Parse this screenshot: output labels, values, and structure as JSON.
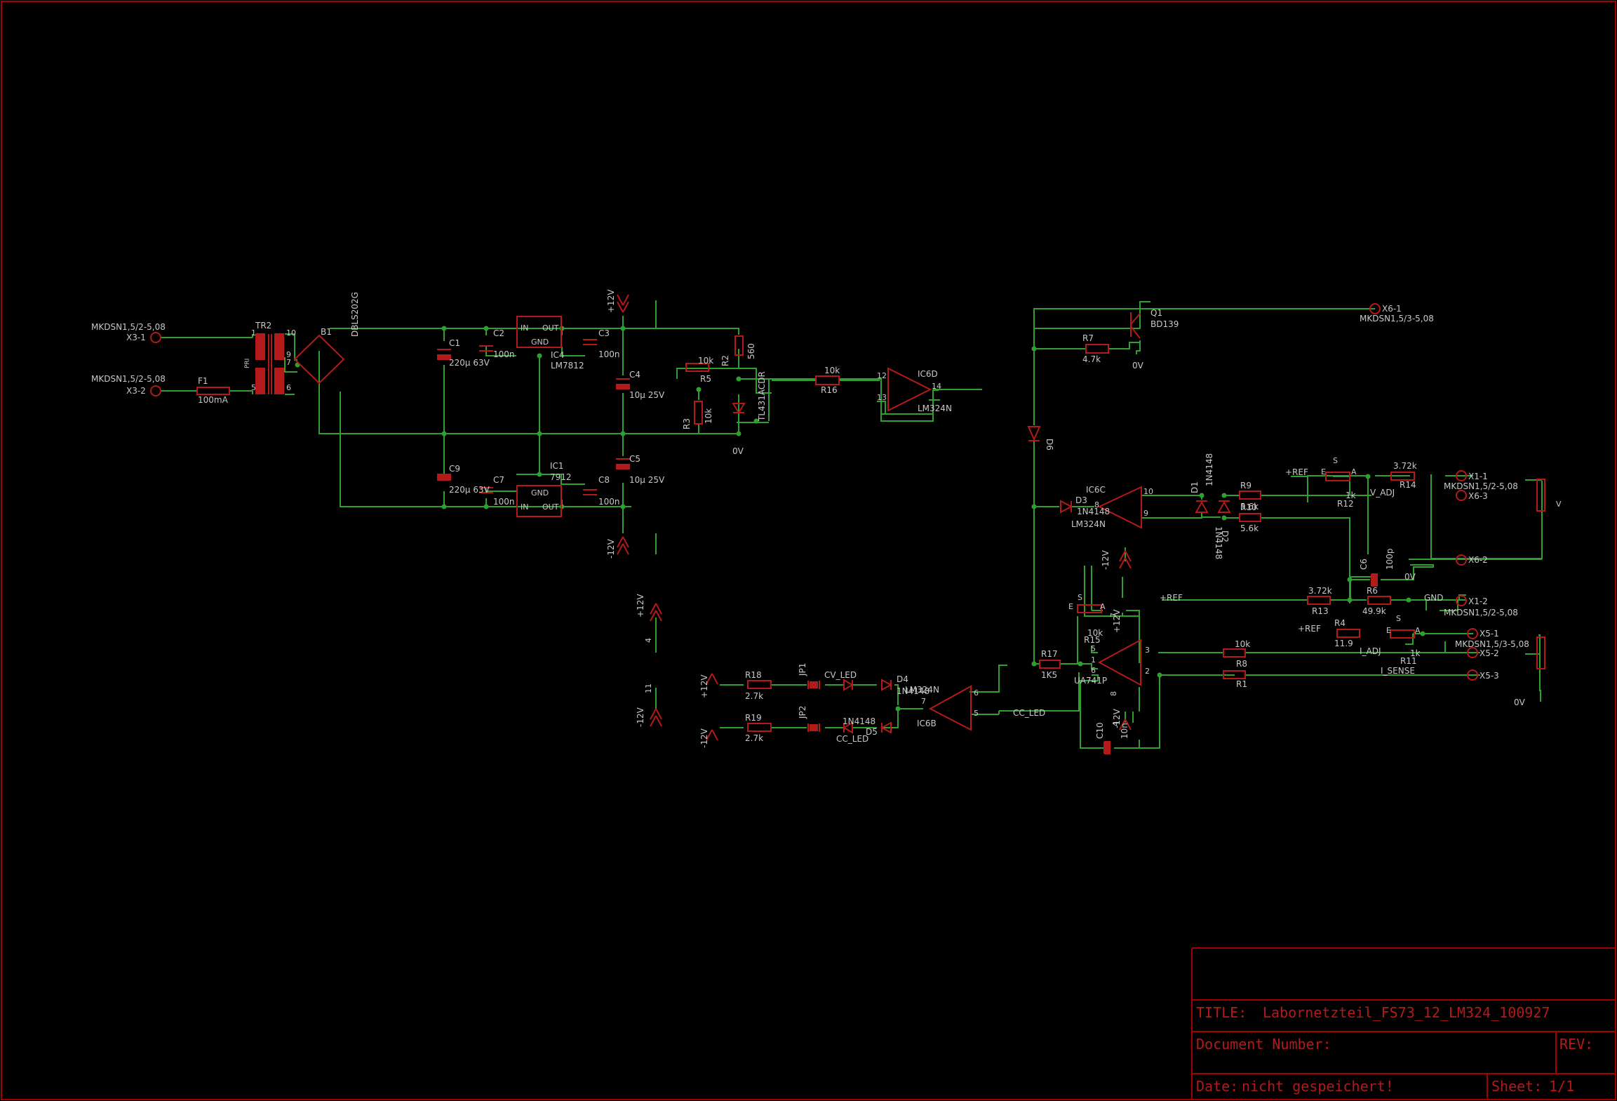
{
  "colors": {
    "background": "#000000",
    "frame": "#a50000",
    "symbol": "#b41a1a",
    "wire": "#2fa02f",
    "text": "#c8c8c8"
  },
  "title_block": {
    "title_label": "TITLE:",
    "title_value": "Labornetzteil_FS73_12_LM324_100927",
    "doc_number_label": "Document Number:",
    "rev_label": "REV:",
    "date_label": "Date:",
    "date_value": "nicht gespeichert!",
    "sheet_label": "Sheet:",
    "sheet_value": "1/1"
  },
  "connectors": {
    "x3_type_1": "MKDSN1,5/2-5,08",
    "x3_1": "X3-1",
    "x3_type_2": "MKDSN1,5/2-5,08",
    "x3_2": "X3-2",
    "x6_1": "X6-1",
    "x6_type": "MKDSN1,5/3-5,08",
    "x6_3": "X6-3",
    "x6_2": "X6-2",
    "x1_1": "X1-1",
    "x1_type_1": "MKDSN1,5/2-5,08",
    "x1_2": "X1-2",
    "x1_type_2": "MKDSN1,5/2-5,08",
    "x5_1": "X5-1",
    "x5_type": "MKDSN1,5/3-5,08",
    "x5_2": "X5-2",
    "x5_3": "X5-3"
  },
  "parts": {
    "f1": "F1",
    "f1_val": "100mA",
    "tr2": "TR2",
    "b1": "B1",
    "b1_val": "DBLS202G",
    "c1": "C1",
    "c1_val": "220µ 63V",
    "c2": "C2",
    "c2_val": "100n",
    "ic4": "IC4",
    "ic4_val": "LM7812",
    "c3": "C3",
    "c3_val": "100n",
    "c4": "C4",
    "c4_val": "10µ 25V",
    "c9": "C9",
    "c9_val": "220µ 63V",
    "c7": "C7",
    "c7_val": "100n",
    "ic1": "IC1",
    "ic1_val": "7912",
    "c8": "C8",
    "c8_val": "100n",
    "c5": "C5",
    "c5_val": "10µ 25V",
    "r2": "R2",
    "r2_val": "560",
    "r5": "R5",
    "r5_val": "10k",
    "r3": "R3",
    "r3_val": "10k",
    "u1_val": "TL431ACDR",
    "r16": "R16",
    "r16_val": "10k",
    "ic6d": "IC6D",
    "ic6d_val": "LM324N",
    "q1": "Q1",
    "q1_val": "BD139",
    "r7": "R7",
    "r7_val": "4.7k",
    "d6": "D6",
    "ic6c": "IC6C",
    "ic6c_val": "LM324N",
    "d3": "D3",
    "d3_val": "1N4148",
    "d1": "D1",
    "d1_val": "1N4148",
    "d2": "D2",
    "d2_val": "1N4148",
    "r9": "R9",
    "r9_val": "5.6k",
    "r10": "R10",
    "r10_val": "5.6k",
    "r12": "R12",
    "r12_val": "1k",
    "r14": "R14",
    "r14_val": "3.72k",
    "c6": "C6",
    "c6_val": "100p",
    "r13": "R13",
    "r13_val": "3.72k",
    "r6": "R6",
    "r6_val": "49.9k",
    "r15": "R15",
    "r15_val": "10k",
    "r4": "R4",
    "r4_val": "11.9",
    "r11": "R11",
    "r11_val": "1k",
    "r8": "R8",
    "r8_val": "10k",
    "r1": "R1",
    "r17": "R17",
    "r17_val": "1K5",
    "ua741": "UA741P",
    "c10": "C10",
    "c10_val": "10n",
    "ic6b": "IC6B",
    "ic6b_val": "LM324N",
    "r18": "R18",
    "r18_val": "2.7k",
    "r19": "R19",
    "r19_val": "2.7k",
    "jp1": "JP1",
    "jp2": "JP2",
    "cv_led": "CV_LED",
    "cc_led": "CC_LED",
    "d4": "D4",
    "d4_val": "1N4148",
    "d5": "D5",
    "d5_val": "1N4148"
  },
  "nets": {
    "p12": "+12V",
    "m12": "-12V",
    "zero": "0V",
    "plus_ref": "+REF",
    "gnd": "GND",
    "v_adj": "V_ADJ",
    "i_adj": "I_ADJ",
    "i_sense": "I_SENSE",
    "cc_led": "CC_LED"
  },
  "pins": {
    "p1": "1",
    "p2": "2",
    "p3": "3",
    "p4": "4",
    "p5": "5",
    "p6": "6",
    "p7": "7",
    "p8": "8",
    "p9": "9",
    "p10": "10",
    "p11": "11",
    "p12": "12",
    "p13": "13",
    "p14": "14",
    "in": "IN",
    "out": "OUT",
    "gnd": "GND",
    "s": "S",
    "e": "E",
    "a": "A",
    "pri": "PRI"
  }
}
